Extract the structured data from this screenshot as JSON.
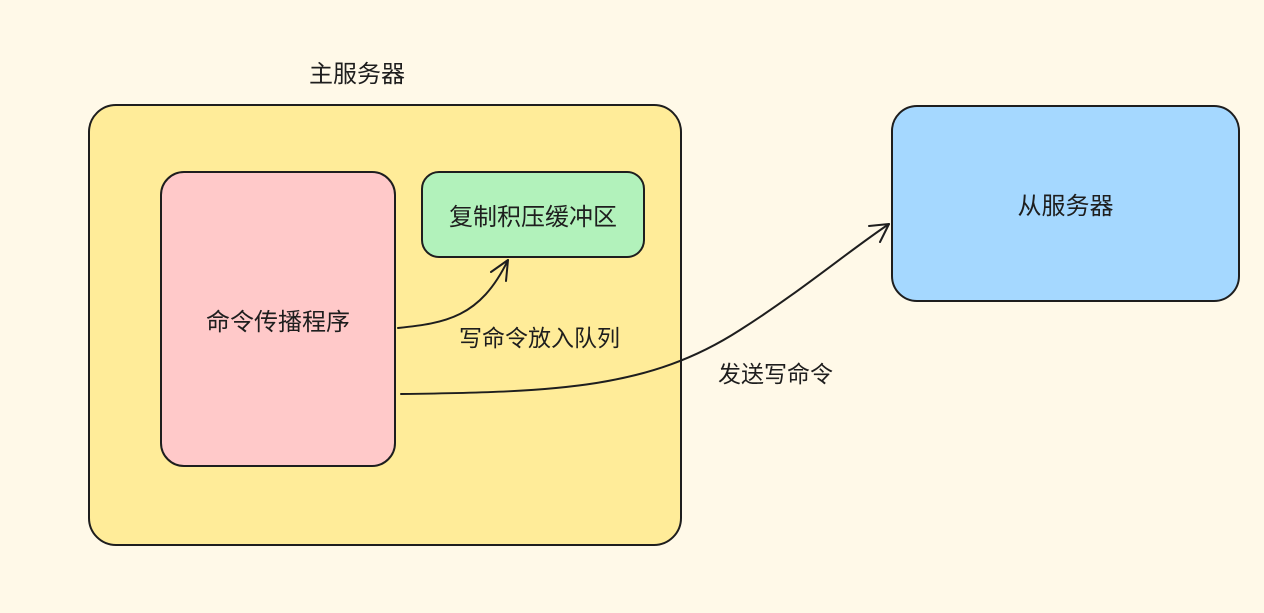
{
  "master": {
    "title": "主服务器",
    "fill": "#ffec99"
  },
  "propagator": {
    "label": "命令传播程序",
    "fill": "#ffc9c9"
  },
  "backlog": {
    "label": "复制积压缓冲区",
    "fill": "#b2f2bb"
  },
  "slave": {
    "label": "从服务器",
    "fill": "#a5d8ff"
  },
  "edges": {
    "to_backlog": "写命令放入队列",
    "to_slave": "发送写命令"
  },
  "colors": {
    "background": "#fff9e8",
    "stroke": "#1e1e1e"
  }
}
